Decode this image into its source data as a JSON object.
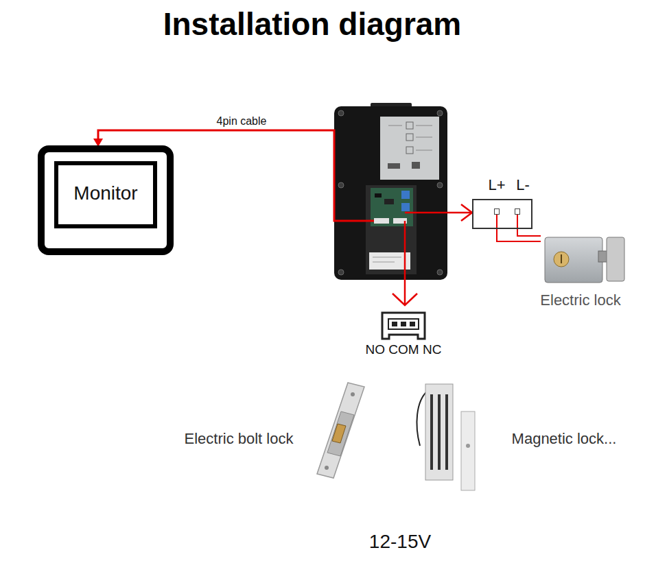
{
  "diagram": {
    "title": "Installation diagram",
    "nodes": [
      {
        "text": [
          "Monitor"
        ]
      },
      {
        "text": [
          "L+",
          "L-"
        ]
      },
      {
        "text": [
          "Electric lock"
        ]
      },
      {
        "text": [
          "NO COM NC"
        ]
      }
    ],
    "edges": [
      {
        "from": 1,
        "to": 2,
        "arrow": "none"
      },
      {
        "from": 1,
        "to": 2,
        "arrow": "none"
      }
    ],
    "labels": [
      "4pin cable",
      "Electric bolt lock",
      "Magnetic lock...",
      "12-15V"
    ]
  }
}
